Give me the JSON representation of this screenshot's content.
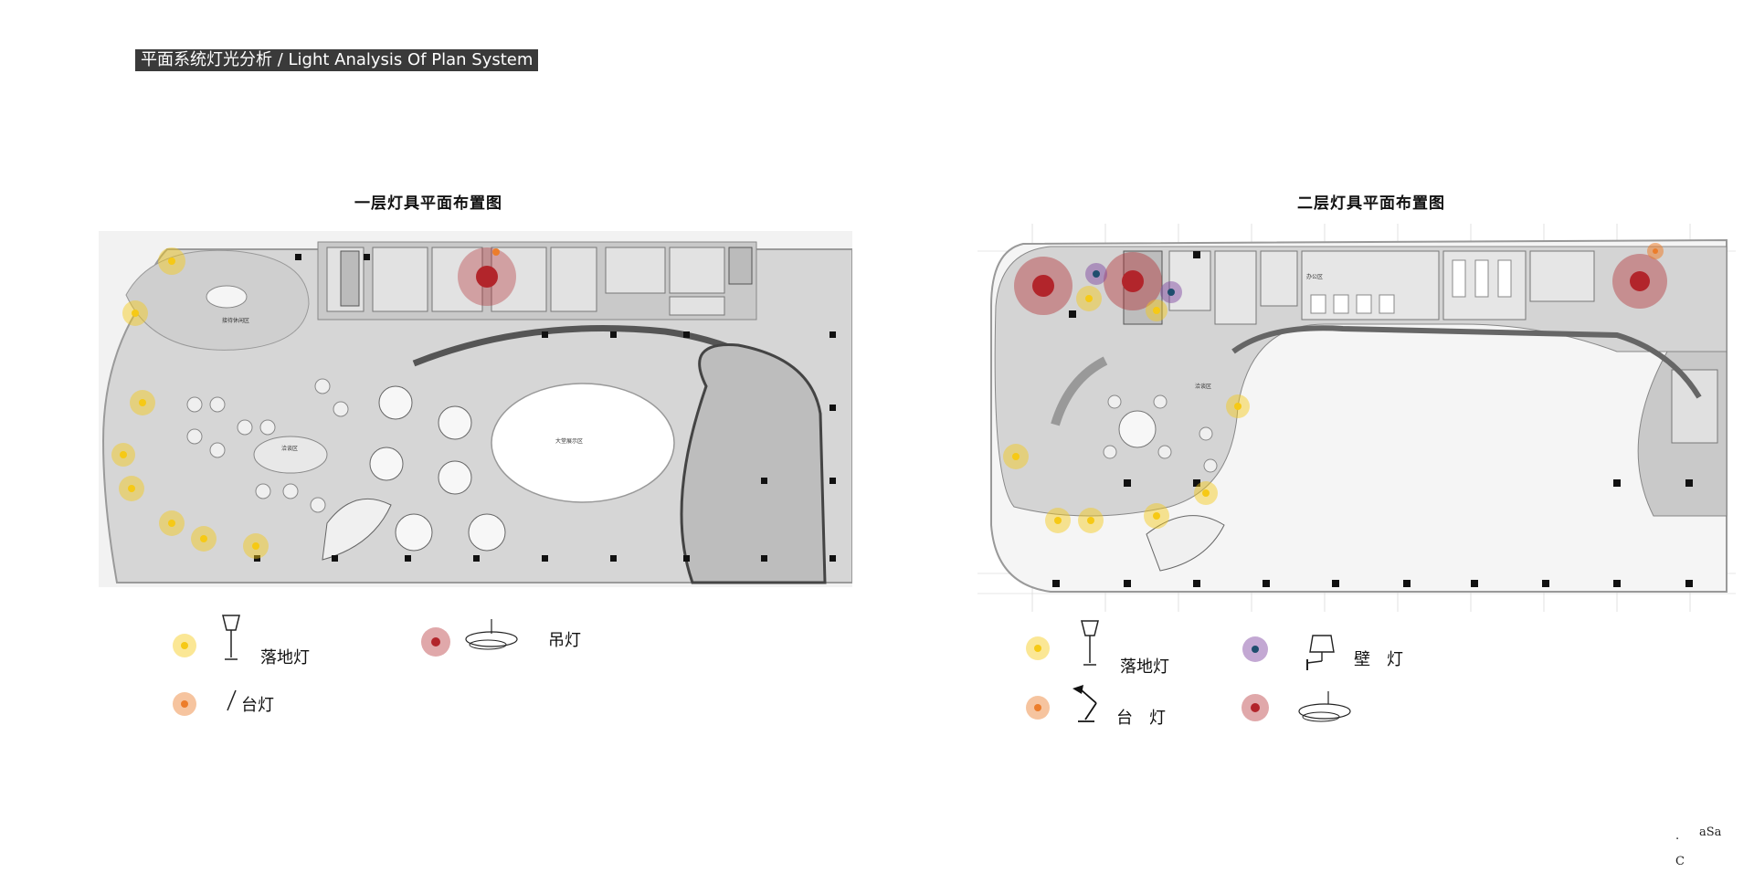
{
  "page_title": "平面系统灯光分析 / Light Analysis Of Plan System",
  "floor1": {
    "title": "一层灯具平面布置图",
    "legend": [
      {
        "label": "落地灯",
        "icon": "floor-lamp-icon",
        "color": "#f6c915"
      },
      {
        "label": "台灯",
        "icon": "table-lamp-icon",
        "color": "#ec7d2b"
      },
      {
        "label": "吊灯",
        "icon": "pendant-lamp-icon",
        "color": "#b2252b"
      }
    ]
  },
  "floor2": {
    "title": "二层灯具平面布置图",
    "legend": [
      {
        "label": "落地灯",
        "icon": "floor-lamp-icon",
        "color": "#f6c915"
      },
      {
        "label": "台　灯",
        "icon": "desk-lamp-icon",
        "color": "#ec7d2b"
      },
      {
        "label": "壁　灯",
        "icon": "wall-lamp-icon",
        "color": "#7b3f9e"
      },
      {
        "label": "",
        "icon": "pendant-lamp-icon",
        "color": "#b2252b"
      }
    ]
  },
  "corner": {
    "line1": "aSa",
    "line2": ".",
    "line3": "C"
  }
}
